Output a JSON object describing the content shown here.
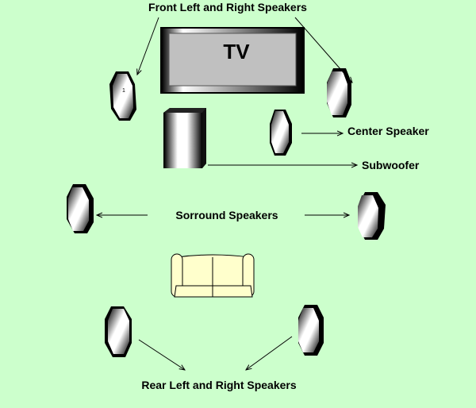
{
  "diagram": {
    "background_color": "#ccffcc",
    "tv_label": "TV",
    "speaker_marker": "1",
    "labels": {
      "front": "Front Left and Right Speakers",
      "center": "Center Speaker",
      "subwoofer": "Subwoofer",
      "surround": "Sorround Speakers",
      "rear": "Rear Left and Right Speakers"
    },
    "colors": {
      "sofa_fill": "#ffffcc",
      "tv_screen": "#c0c0c0",
      "line": "#000000"
    }
  }
}
